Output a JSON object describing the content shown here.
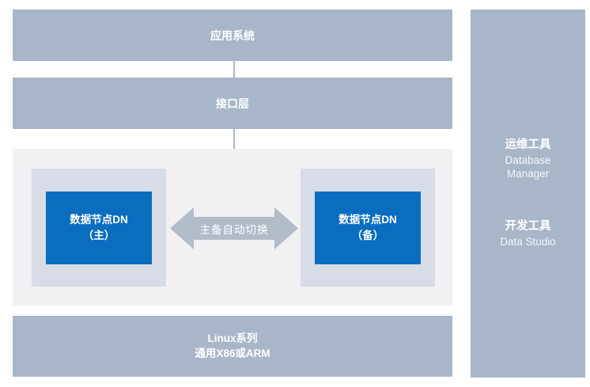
{
  "diagram": {
    "app_layer": "应用系统",
    "interface_layer": "接口层",
    "ha_cluster": {
      "primary_node": "数据节点DN\n（主）",
      "standby_node": "数据节点DN\n（备）",
      "arrow_label": "主备自动切换"
    },
    "os_layer": "Linux系列\n通用X86或ARM",
    "sidebar": {
      "groups": [
        {
          "title": "运维工具",
          "subtitle": "Database\nManager"
        },
        {
          "title": "开发工具",
          "subtitle": "Data Studio"
        }
      ]
    },
    "colors": {
      "bar": "#a9b6c8",
      "panel": "#f1f1f3",
      "node_bg": "#d7dce6",
      "node": "#0b6dc0",
      "arrow": "#b2bcc9",
      "line": "#aab6c7"
    }
  }
}
